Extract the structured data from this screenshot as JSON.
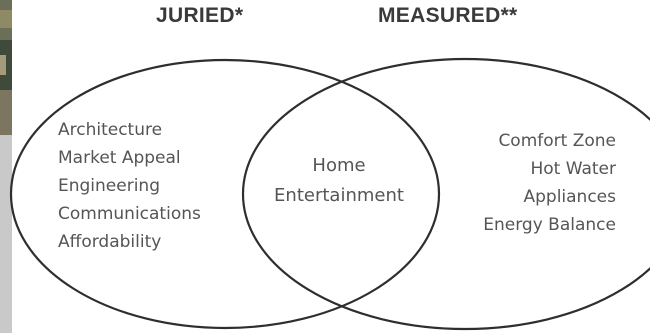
{
  "headers": {
    "left": "JURIED*",
    "right": "MEASURED**"
  },
  "left_items": [
    "Architecture",
    "Market Appeal",
    "Engineering",
    "Communications",
    "Affordability"
  ],
  "center_items": [
    "Home",
    "Entertainment"
  ],
  "right_items": [
    "Comfort Zone",
    "Hot Water",
    "Appliances",
    "Energy Balance"
  ],
  "colors": {
    "circle_stroke": "#2e2e2e",
    "text": "#555555",
    "header": "#3a3a3a"
  }
}
